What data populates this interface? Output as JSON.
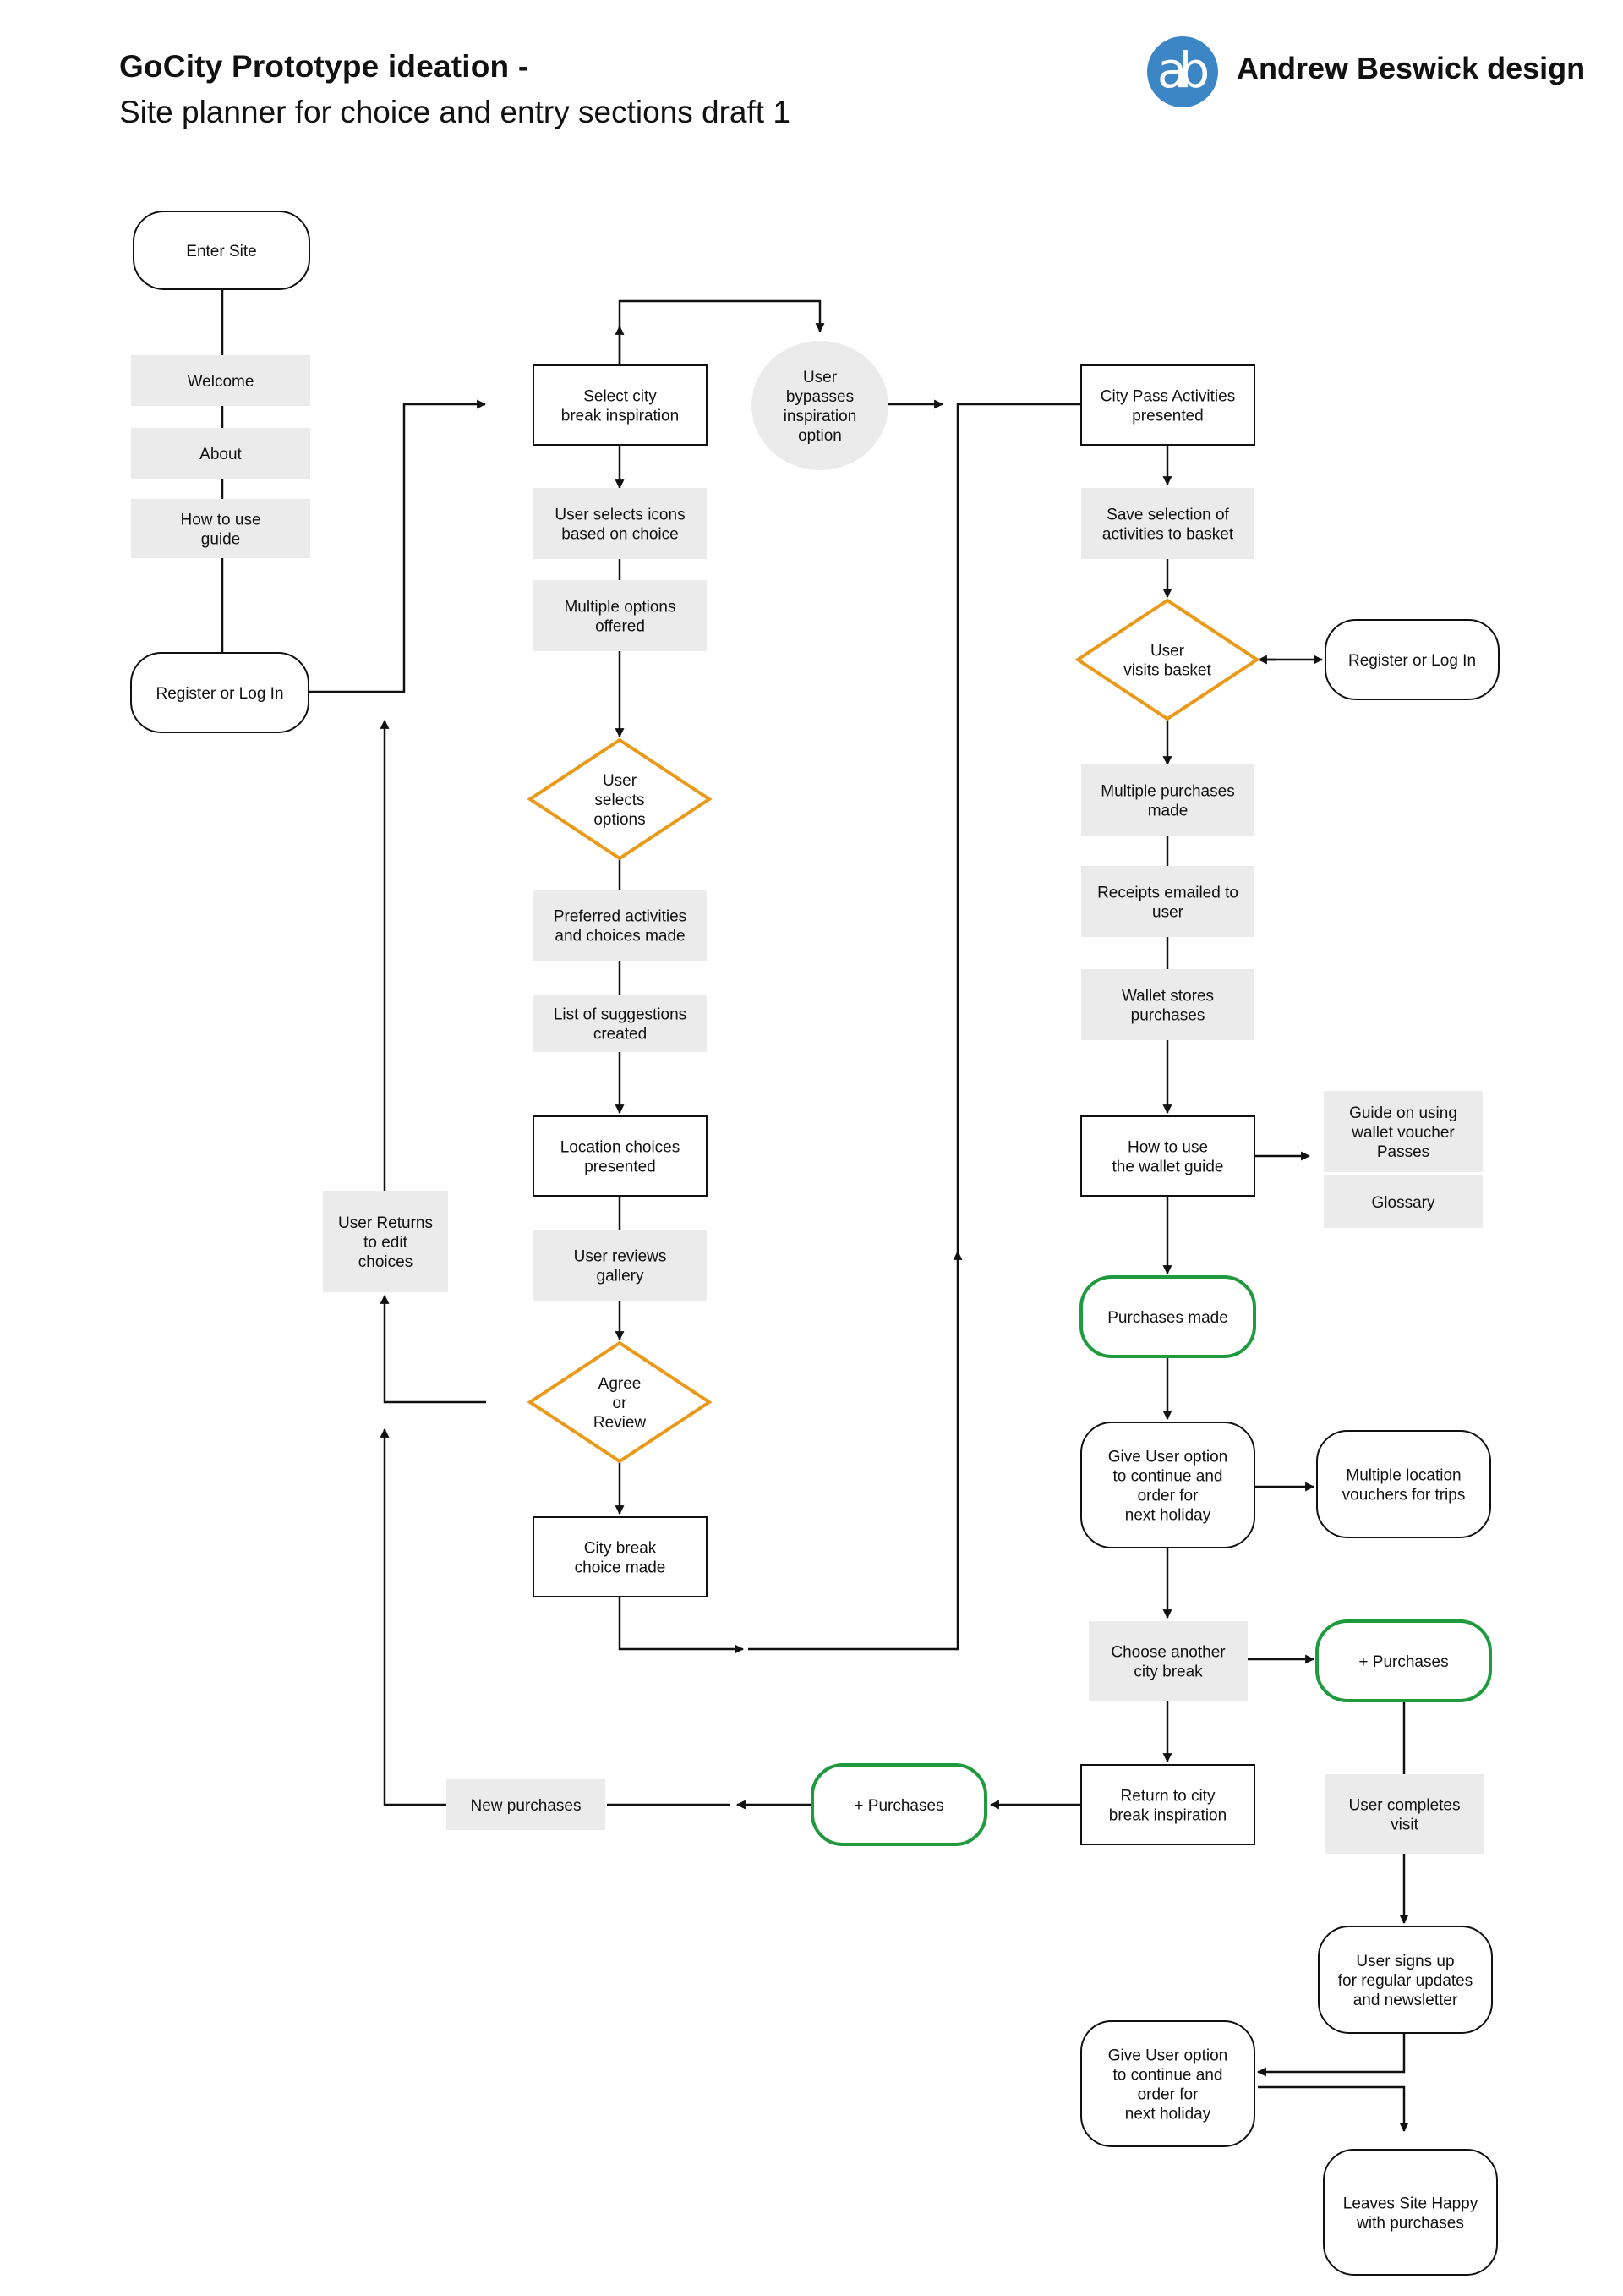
{
  "header": {
    "title": "GoCity Prototype ideation  -",
    "subtitle": "Site planner for choice and entry sections draft 1",
    "brand": "Andrew Beswick design",
    "logo_text": "ab"
  },
  "colors": {
    "grey_fill": "#ebebeb",
    "decision_orange": "#e99a1a",
    "purchase_green": "#1f9a3e",
    "logo_blue": "#3d86c6",
    "line": "#111111"
  },
  "nodes": [
    {
      "id": "enter-site",
      "shape": "rounded",
      "lines": [
        "Enter Site"
      ]
    },
    {
      "id": "welcome",
      "shape": "grey",
      "lines": [
        "Welcome"
      ]
    },
    {
      "id": "about",
      "shape": "grey",
      "lines": [
        "About"
      ]
    },
    {
      "id": "how-to-use-guide",
      "shape": "grey",
      "lines": [
        "How to use",
        "guide"
      ]
    },
    {
      "id": "register-login-left",
      "shape": "rounded",
      "lines": [
        "Register or Log In"
      ]
    },
    {
      "id": "select-city-break",
      "shape": "rect",
      "lines": [
        "Select city",
        "break inspiration"
      ]
    },
    {
      "id": "user-bypasses",
      "shape": "circle",
      "lines": [
        "User",
        "bypasses",
        "inspiration",
        "option"
      ]
    },
    {
      "id": "user-selects-icons",
      "shape": "grey",
      "lines": [
        "User selects icons",
        "based on choice"
      ]
    },
    {
      "id": "multiple-options",
      "shape": "grey",
      "lines": [
        "Multiple options",
        "offered"
      ]
    },
    {
      "id": "user-selects-options",
      "shape": "diamond-orange",
      "lines": [
        "User",
        "selects",
        "options"
      ]
    },
    {
      "id": "preferred-activities",
      "shape": "grey",
      "lines": [
        "Preferred activities",
        "and choices made"
      ]
    },
    {
      "id": "list-of-suggestions",
      "shape": "grey",
      "lines": [
        "List of suggestions",
        "created"
      ]
    },
    {
      "id": "location-choices",
      "shape": "rect",
      "lines": [
        "Location choices",
        "presented"
      ]
    },
    {
      "id": "user-reviews-gallery",
      "shape": "grey",
      "lines": [
        "User reviews",
        "gallery"
      ]
    },
    {
      "id": "agree-or-review",
      "shape": "diamond-orange",
      "lines": [
        "Agree",
        "or",
        "Review"
      ]
    },
    {
      "id": "city-break-choice",
      "shape": "rect",
      "lines": [
        "City break",
        "choice made"
      ]
    },
    {
      "id": "user-returns",
      "shape": "grey",
      "lines": [
        "User Returns",
        "to edit",
        "choices"
      ]
    },
    {
      "id": "new-purchases",
      "shape": "grey",
      "lines": [
        "New purchases"
      ]
    },
    {
      "id": "purchases-left",
      "shape": "rounded-green",
      "lines": [
        "+ Purchases"
      ]
    },
    {
      "id": "city-pass-activities",
      "shape": "rect",
      "lines": [
        "City Pass Activities",
        "presented"
      ]
    },
    {
      "id": "save-selection",
      "shape": "grey",
      "lines": [
        "Save selection of",
        "activities to basket"
      ]
    },
    {
      "id": "user-visits-basket",
      "shape": "diamond-orange",
      "lines": [
        "User",
        "visits basket"
      ]
    },
    {
      "id": "register-login-right",
      "shape": "rounded",
      "lines": [
        "Register or Log In"
      ]
    },
    {
      "id": "multiple-purchases",
      "shape": "grey",
      "lines": [
        "Multiple purchases",
        "made"
      ]
    },
    {
      "id": "receipts-emailed",
      "shape": "grey",
      "lines": [
        "Receipts emailed to",
        "user"
      ]
    },
    {
      "id": "wallet-stores",
      "shape": "grey",
      "lines": [
        "Wallet stores",
        "purchases"
      ]
    },
    {
      "id": "how-to-use-wallet",
      "shape": "rect",
      "lines": [
        "How to use",
        "the wallet guide"
      ]
    },
    {
      "id": "guide-wallet-voucher",
      "shape": "grey",
      "lines": [
        "Guide on using",
        "wallet voucher",
        "Passes"
      ]
    },
    {
      "id": "glossary",
      "shape": "grey",
      "lines": [
        "Glossary"
      ]
    },
    {
      "id": "purchases-made",
      "shape": "rounded-green",
      "lines": [
        "Purchases made"
      ]
    },
    {
      "id": "give-user-option-1",
      "shape": "rounded",
      "lines": [
        "Give User option",
        "to continue and",
        "order for",
        "next holiday"
      ]
    },
    {
      "id": "multiple-location-vouchers",
      "shape": "rounded",
      "lines": [
        "Multiple location",
        "vouchers for trips"
      ]
    },
    {
      "id": "choose-another-city",
      "shape": "grey",
      "lines": [
        "Choose another",
        "city break"
      ]
    },
    {
      "id": "purchases-right",
      "shape": "rounded-green",
      "lines": [
        "+ Purchases"
      ]
    },
    {
      "id": "return-to-city-break",
      "shape": "rect",
      "lines": [
        "Return to city",
        "break inspiration"
      ]
    },
    {
      "id": "user-completes-visit",
      "shape": "grey",
      "lines": [
        "User completes",
        "visit"
      ]
    },
    {
      "id": "user-signs-up",
      "shape": "rounded",
      "lines": [
        "User signs up",
        "for regular updates",
        "and newsletter"
      ]
    },
    {
      "id": "give-user-option-2",
      "shape": "rounded",
      "lines": [
        "Give User option",
        "to continue and",
        "order for",
        "next holiday"
      ]
    },
    {
      "id": "leaves-site-happy",
      "shape": "rounded",
      "lines": [
        "Leaves Site Happy",
        "with purchases"
      ]
    }
  ]
}
